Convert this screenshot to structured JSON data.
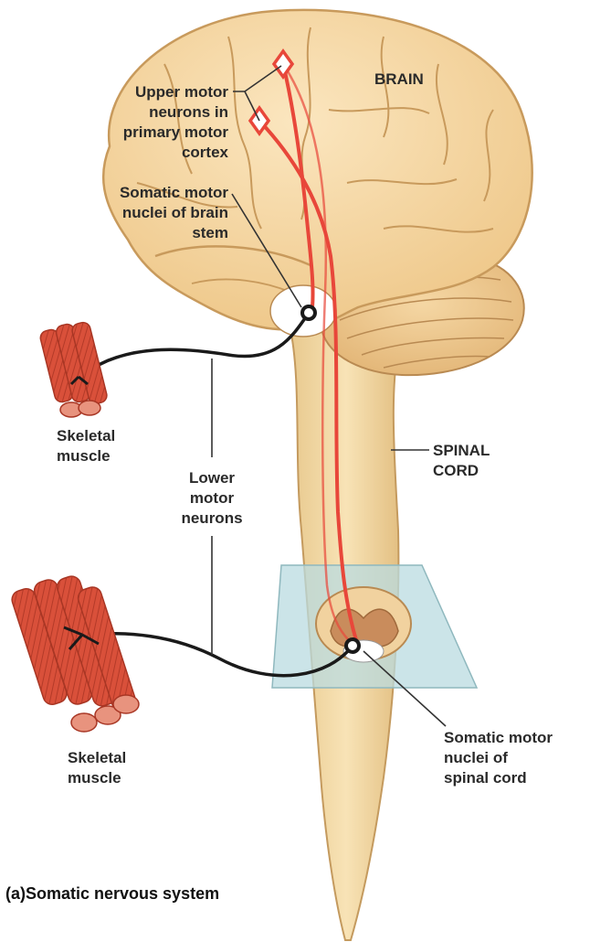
{
  "labels": {
    "brain": "BRAIN",
    "upper_motor_neurons": "Upper motor\nneurons in\nprimary motor\ncortex",
    "somatic_motor_nuclei_brain_stem": "Somatic motor\nnuclei of brain\nstem",
    "skeletal_muscle_upper": "Skeletal\nmuscle",
    "lower_motor_neurons": "Lower\nmotor\nneurons",
    "spinal_cord": "SPINAL\nCORD",
    "skeletal_muscle_lower": "Skeletal\nmuscle",
    "somatic_motor_nuclei_spinal_cord": "Somatic motor\nnuclei of\nspinal cord",
    "caption": "(a)Somatic nervous system"
  },
  "colors": {
    "brain_fill": "#f6d9a6",
    "brain_outline": "#c89a5c",
    "cord_fill": "#f4dca8",
    "upper_neuron": "#e8473a",
    "lower_neuron": "#1a1a1a",
    "muscle_fill": "#d9503a",
    "section_plane": "#b9dbe0"
  }
}
